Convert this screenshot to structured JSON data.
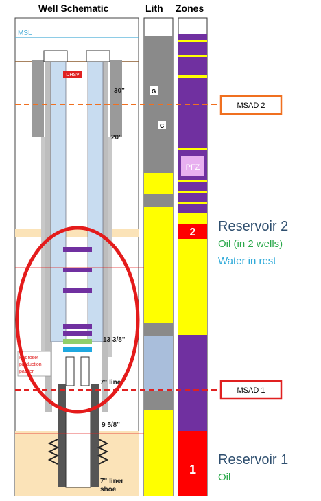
{
  "headers": {
    "schematic": "Well Schematic",
    "lith": "Lith",
    "zones": "Zones"
  },
  "labels": {
    "msl": "MSL",
    "dhsv": "DHSV",
    "casing_30": "30\"",
    "casing_20": "20\"",
    "casing_13": "13 3/8\"",
    "liner_7_a": "7\" ",
    "liner_7_b": "liner",
    "casing_95": "9 5/8\"",
    "liner_shoe_a": "7\" liner",
    "liner_shoe_b": "shoe",
    "packer_1": "Hydroset",
    "packer_2": "production",
    "packer_3": "packer",
    "lith_g1": "G",
    "lith_g2": "G",
    "pfz": "PFZ",
    "zone_2": "2",
    "zone_1": "1"
  },
  "callouts": {
    "msad2": "MSAD 2",
    "msad1": "MSAD 1"
  },
  "reservoirs": {
    "r2_title": "Reservoir 2",
    "r2_oil": "Oil (in 2 wells)",
    "r2_water": "Water in rest",
    "r1_title": "Reservoir 1",
    "r1_oil": "Oil"
  },
  "colors": {
    "msad2_border": "#f07020",
    "msad1_border": "#e02020",
    "ellipse": "#e41b1b",
    "zone_purple": "#7030a0",
    "zone_yellow": "#ffff00",
    "zone_red": "#ff0000",
    "zone_pfz": "#e8b0f0",
    "sand": "#fbe3b8",
    "tubing_blue": "#c8dcf0",
    "oil_green": "#2aa84a",
    "water_blue": "#2aa8d8"
  }
}
